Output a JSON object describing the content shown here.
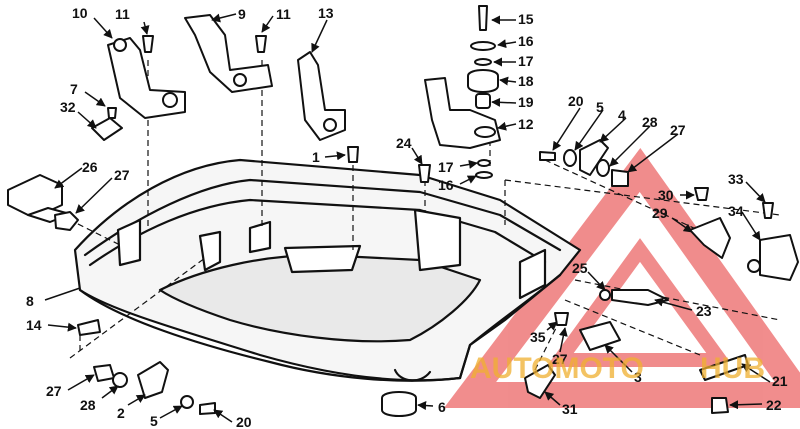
{
  "diagram": {
    "callouts": [
      {
        "id": "c10a",
        "text": "10"
      },
      {
        "id": "c11a",
        "text": "11"
      },
      {
        "id": "c9",
        "text": "9"
      },
      {
        "id": "c11b",
        "text": "11"
      },
      {
        "id": "c13",
        "text": "13"
      },
      {
        "id": "c15",
        "text": "15"
      },
      {
        "id": "c16a",
        "text": "16"
      },
      {
        "id": "c17a",
        "text": "17"
      },
      {
        "id": "c18",
        "text": "18"
      },
      {
        "id": "c19",
        "text": "19"
      },
      {
        "id": "c20a",
        "text": "20"
      },
      {
        "id": "c5a",
        "text": "5"
      },
      {
        "id": "c4",
        "text": "4"
      },
      {
        "id": "c28a",
        "text": "28"
      },
      {
        "id": "c27a",
        "text": "27"
      },
      {
        "id": "c12",
        "text": "12"
      },
      {
        "id": "c7",
        "text": "7"
      },
      {
        "id": "c32",
        "text": "32"
      },
      {
        "id": "c1",
        "text": "1"
      },
      {
        "id": "c24",
        "text": "24"
      },
      {
        "id": "c17b",
        "text": "17"
      },
      {
        "id": "c16b",
        "text": "16"
      },
      {
        "id": "c26",
        "text": "26"
      },
      {
        "id": "c27b",
        "text": "27"
      },
      {
        "id": "c30",
        "text": "30"
      },
      {
        "id": "c33",
        "text": "33"
      },
      {
        "id": "c29",
        "text": "29"
      },
      {
        "id": "c34",
        "text": "34"
      },
      {
        "id": "c8",
        "text": "8"
      },
      {
        "id": "c25",
        "text": "25"
      },
      {
        "id": "c23",
        "text": "23"
      },
      {
        "id": "c14",
        "text": "14"
      },
      {
        "id": "c35",
        "text": "35"
      },
      {
        "id": "c27c",
        "text": "27"
      },
      {
        "id": "c3",
        "text": "3"
      },
      {
        "id": "c21",
        "text": "21"
      },
      {
        "id": "c27d",
        "text": "27"
      },
      {
        "id": "c28b",
        "text": "28"
      },
      {
        "id": "c2",
        "text": "2"
      },
      {
        "id": "c5b",
        "text": "5"
      },
      {
        "id": "c20b",
        "text": "20"
      },
      {
        "id": "c6",
        "text": "6"
      },
      {
        "id": "c31",
        "text": "31"
      },
      {
        "id": "c22",
        "text": "22"
      }
    ]
  },
  "watermark": {
    "part1": "AUTOMOTO",
    "part2": "HUB",
    "color_primary": "#e02020",
    "color_secondary": "#f0b030"
  }
}
